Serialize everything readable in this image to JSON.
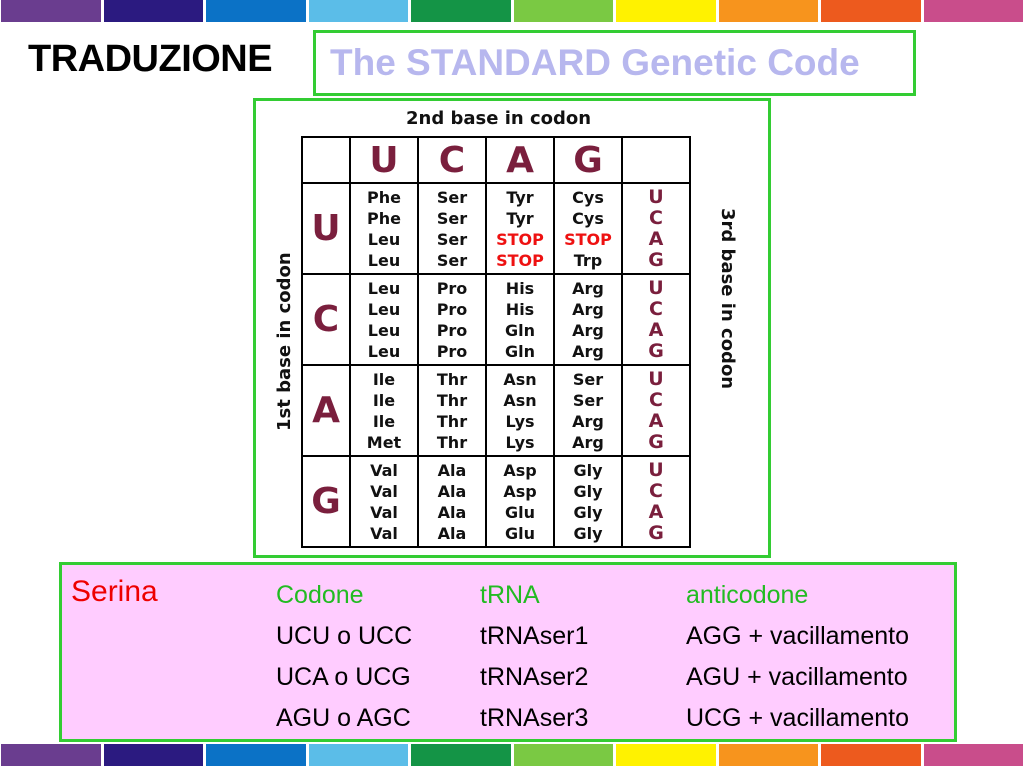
{
  "colors": {
    "stripes": [
      "#6a3d8f",
      "#2b1a80",
      "#0b72c6",
      "#5bbde8",
      "#149446",
      "#7ac943",
      "#fff200",
      "#f7941d",
      "#ed5a1e",
      "#c94d8b"
    ],
    "frame_green": "#33cc33",
    "base_letter": "#7a1f3d",
    "stop_red": "#ee1111",
    "info_background": "#ffccff"
  },
  "header": {
    "title": "TRADUZIONE",
    "subtitle": "The STANDARD Genetic Code"
  },
  "table": {
    "axis_top": "2nd base in codon",
    "axis_left": "1st base in codon",
    "axis_right": "3rd base in codon",
    "second_bases": [
      "U",
      "C",
      "A",
      "G"
    ],
    "rows": [
      {
        "first": "U",
        "cells": [
          [
            "Phe",
            "Phe",
            "Leu",
            "Leu"
          ],
          [
            "Ser",
            "Ser",
            "Ser",
            "Ser"
          ],
          [
            "Tyr",
            "Tyr",
            "STOP",
            "STOP"
          ],
          [
            "Cys",
            "Cys",
            "STOP",
            "Trp"
          ]
        ],
        "third": [
          "U",
          "C",
          "A",
          "G"
        ]
      },
      {
        "first": "C",
        "cells": [
          [
            "Leu",
            "Leu",
            "Leu",
            "Leu"
          ],
          [
            "Pro",
            "Pro",
            "Pro",
            "Pro"
          ],
          [
            "His",
            "His",
            "Gln",
            "Gln"
          ],
          [
            "Arg",
            "Arg",
            "Arg",
            "Arg"
          ]
        ],
        "third": [
          "U",
          "C",
          "A",
          "G"
        ]
      },
      {
        "first": "A",
        "cells": [
          [
            "Ile",
            "Ile",
            "Ile",
            "Met"
          ],
          [
            "Thr",
            "Thr",
            "Thr",
            "Thr"
          ],
          [
            "Asn",
            "Asn",
            "Lys",
            "Lys"
          ],
          [
            "Ser",
            "Ser",
            "Arg",
            "Arg"
          ]
        ],
        "third": [
          "U",
          "C",
          "A",
          "G"
        ]
      },
      {
        "first": "G",
        "cells": [
          [
            "Val",
            "Val",
            "Val",
            "Val"
          ],
          [
            "Ala",
            "Ala",
            "Ala",
            "Ala"
          ],
          [
            "Asp",
            "Asp",
            "Glu",
            "Glu"
          ],
          [
            "Gly",
            "Gly",
            "Gly",
            "Gly"
          ]
        ],
        "third": [
          "U",
          "C",
          "A",
          "G"
        ]
      }
    ]
  },
  "info": {
    "label": "Serina",
    "headers": [
      "Codone",
      "tRNA",
      "anticodone"
    ],
    "rows": [
      [
        "UCU o UCC",
        "tRNAser1",
        "AGG + vacillamento"
      ],
      [
        "UCA o UCG",
        "tRNAser2",
        "AGU + vacillamento"
      ],
      [
        "AGU o AGC",
        "tRNAser3",
        "UCG + vacillamento"
      ]
    ]
  }
}
